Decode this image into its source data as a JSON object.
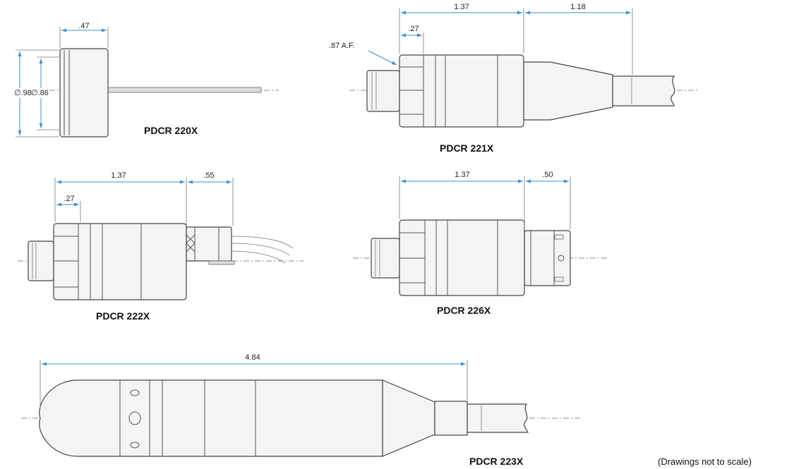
{
  "drawings": {
    "pdcr220x": {
      "title": "PDCR 220X",
      "dim_width": ".47",
      "dim_outer_dia": "∅.98",
      "dim_inner_dia": "∅.86"
    },
    "pdcr221x": {
      "title": "PDCR 221X",
      "dim_af": ".87 A.F.",
      "dim_hex": ".27",
      "dim_body": "1.37",
      "dim_tail": "1.18"
    },
    "pdcr222x": {
      "title": "PDCR 222X",
      "dim_hex": ".27",
      "dim_body": "1.37",
      "dim_tail": ".55"
    },
    "pdcr226x": {
      "title": "PDCR 226X",
      "dim_body": "1.37",
      "dim_tail": ".50"
    },
    "pdcr223x": {
      "title": "PDCR 223X",
      "dim_length": "4.84"
    }
  },
  "note": "(Drawings not to scale)",
  "colors": {
    "dimension": "#3a8fd6",
    "outline": "#444444",
    "fill": "#f4f4f4"
  }
}
